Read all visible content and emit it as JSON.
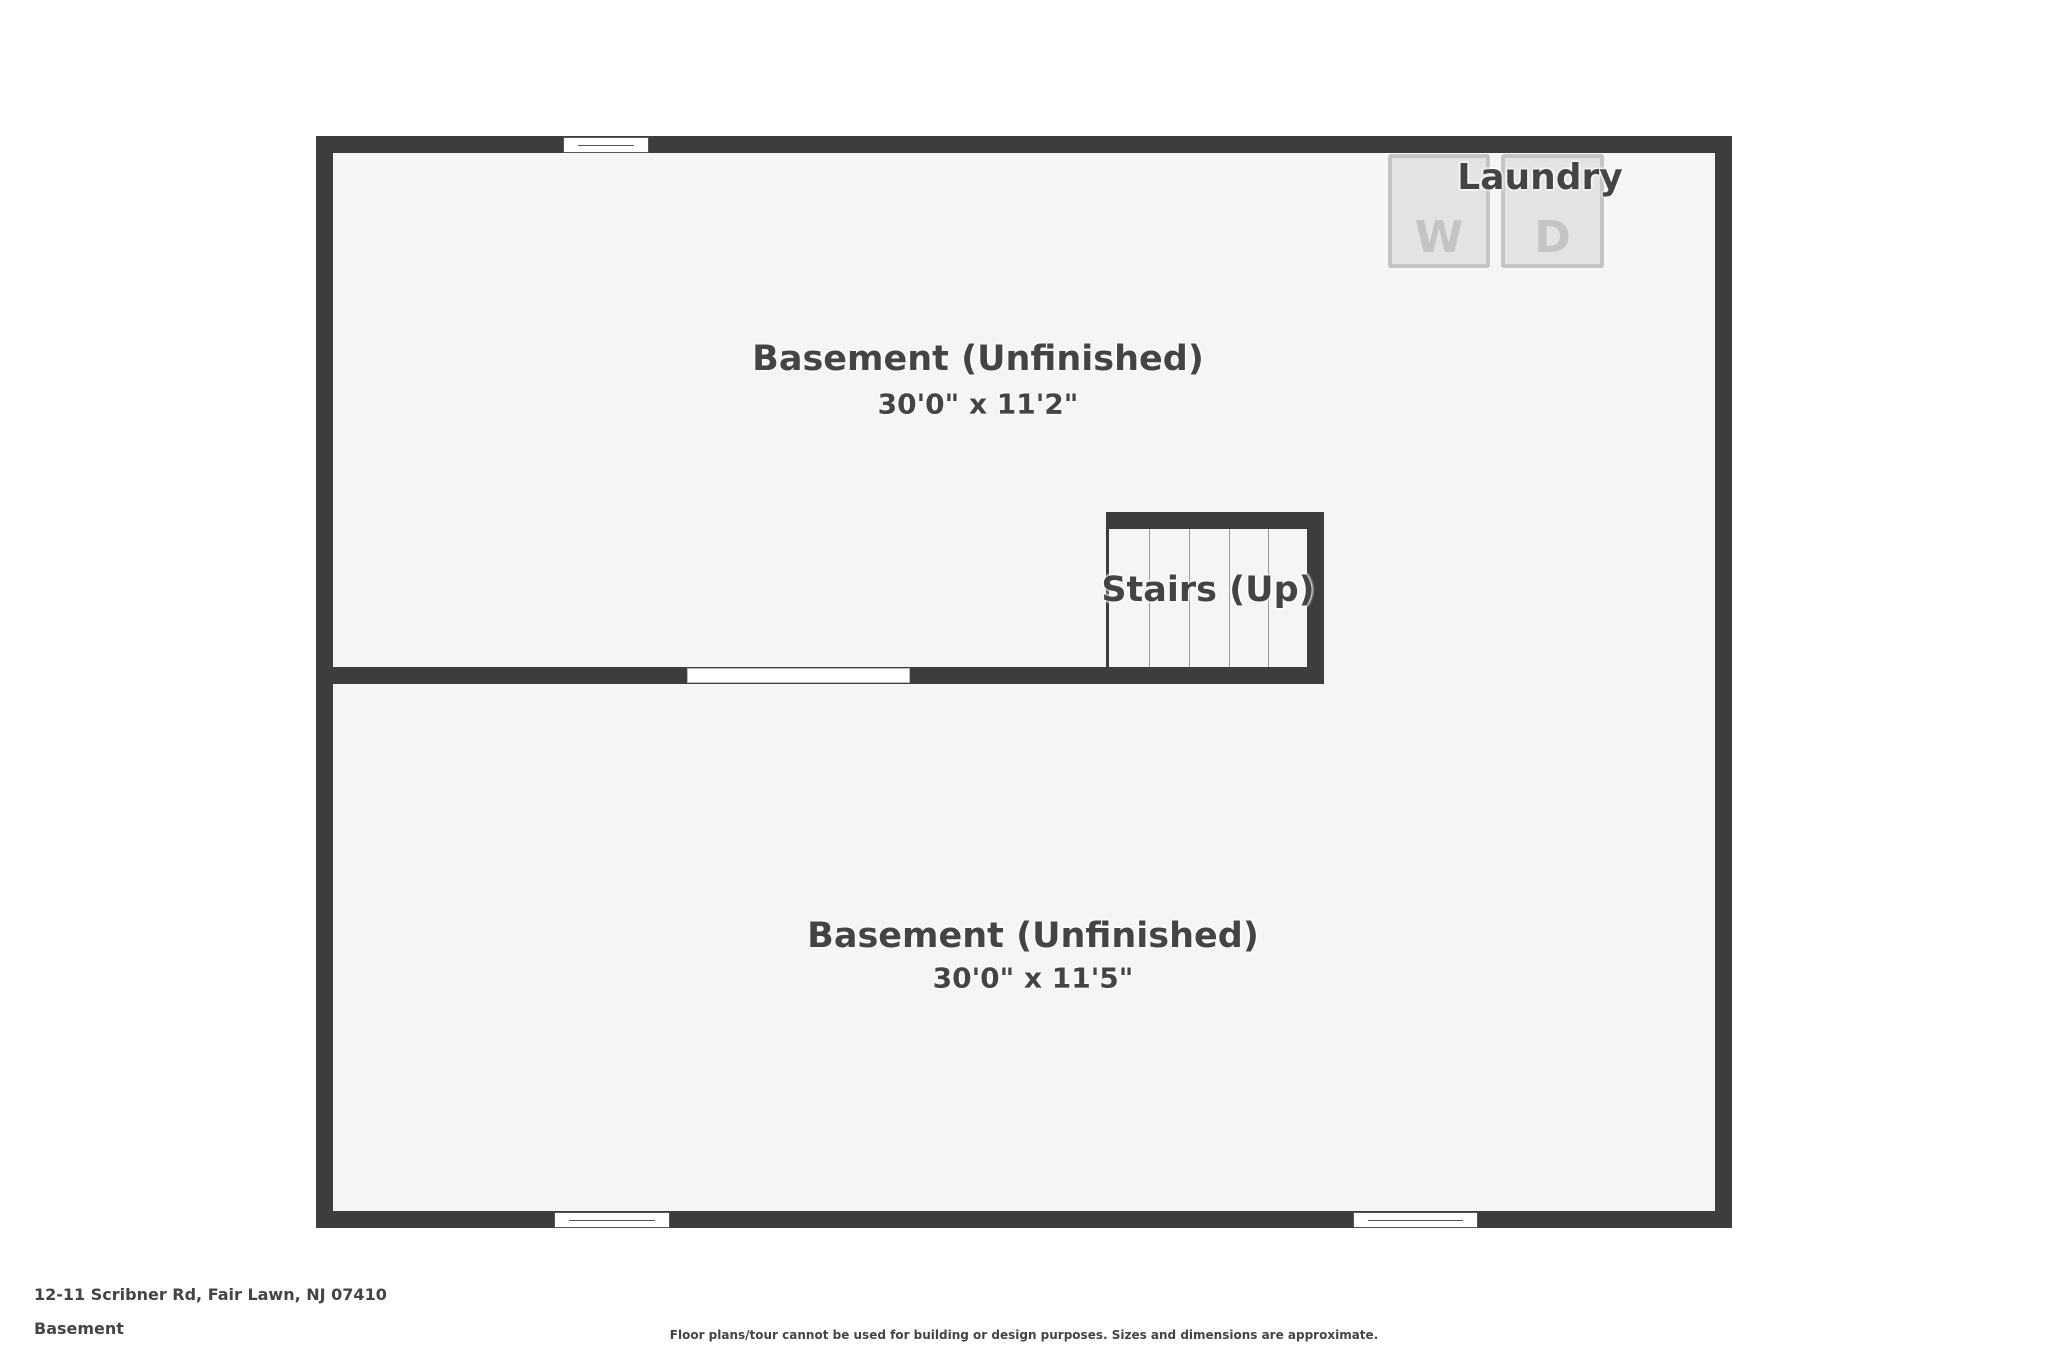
{
  "rooms": [
    {
      "name": "Basement (Unfinished)",
      "dimensions": "30'0\" x 11'2\""
    },
    {
      "name": "Basement (Unfinished)",
      "dimensions": "30'0\" x 11'5\""
    }
  ],
  "stairs": {
    "label": "Stairs (Up)"
  },
  "laundry": {
    "label": "Laundry",
    "washer": "W",
    "dryer": "D"
  },
  "footer": {
    "address": "12-11 Scribner Rd, Fair Lawn, NJ 07410",
    "floor": "Basement",
    "disclaimer": "Floor plans/tour cannot be used for building or design purposes. Sizes and dimensions are approximate."
  },
  "colors": {
    "wall": "#3d3d3d",
    "floor": "#f5f5f5",
    "text": "#444444"
  }
}
